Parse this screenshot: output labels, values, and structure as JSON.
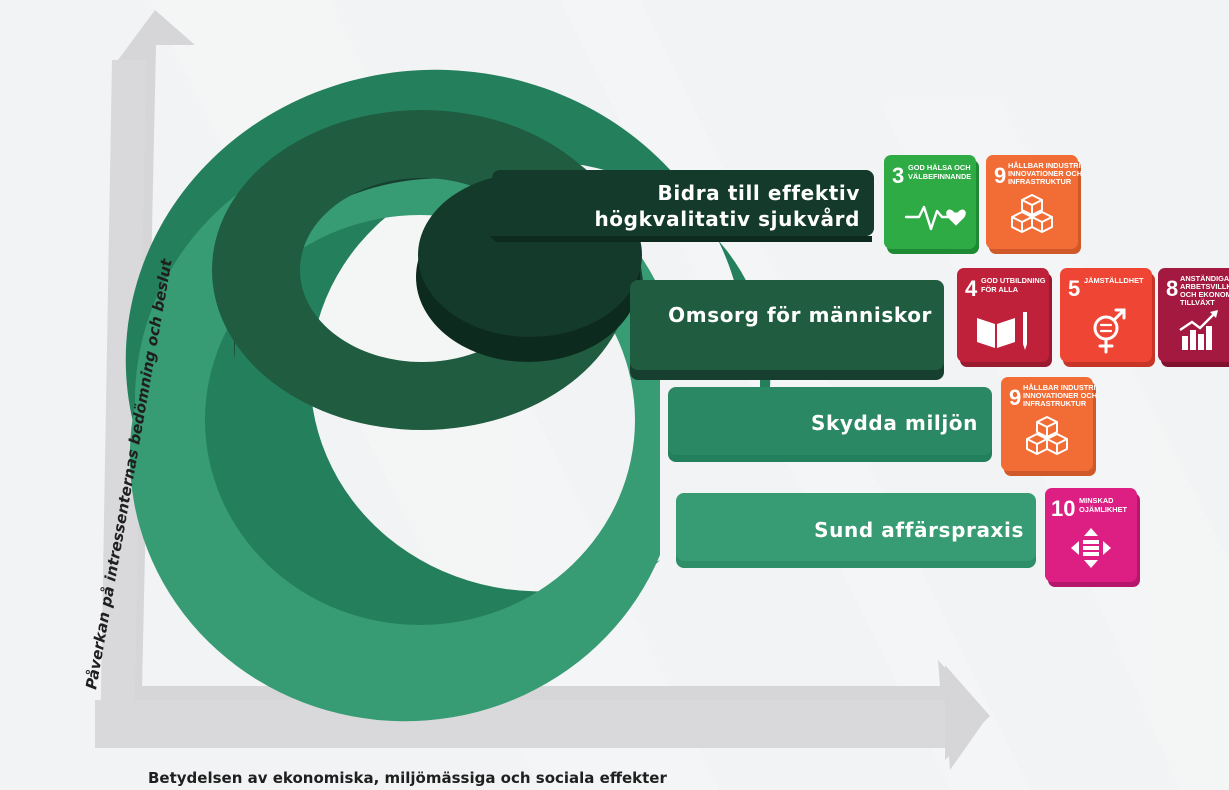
{
  "axes": {
    "y_label": "Påverkan på intressenternas bedömning och beslut",
    "x_label": "Betydelsen av ekonomiska, miljömässiga och sociala effekter"
  },
  "colors": {
    "ring_outer": "#379b73",
    "ring_outer_edge": "#23805c",
    "ring_middle": "#1f5c40",
    "ring_middle_edge": "#173f30",
    "ring_inner": "#143a2b",
    "ring_inner_edge": "#0d2a1e",
    "axis": "#d7d7d9"
  },
  "topics": [
    {
      "line1": "Bidra till effektiv",
      "line2": "högkvalitativ sjukvård"
    },
    {
      "line1": "Omsorg för människor",
      "line2": ""
    },
    {
      "line1": "Skydda miljön",
      "line2": ""
    },
    {
      "line1": "Sund affärspraxis",
      "line2": ""
    }
  ],
  "goals": [
    {
      "number": "3",
      "text1": "GOD HÄLSA OCH",
      "text2": "VÄLBEFINNANDE",
      "text3": "",
      "color": "#2fab45",
      "icon": "heartbeat-icon"
    },
    {
      "number": "9",
      "text1": "HÅLLBAR INDUSTRI,",
      "text2": "INNOVATIONER OCH",
      "text3": "INFRASTRUKTUR",
      "color": "#f26d36",
      "icon": "cubes-icon"
    },
    {
      "number": "4",
      "text1": "GOD UTBILDNING",
      "text2": "FÖR ALLA",
      "text3": "",
      "color": "#c0213a",
      "icon": "book-pencil-icon"
    },
    {
      "number": "5",
      "text1": "JÄMSTÄLLDHET",
      "text2": "",
      "text3": "",
      "color": "#ef4534",
      "icon": "gender-equality-icon"
    },
    {
      "number": "8",
      "text1": "ANSTÄNDIGA",
      "text2": "ARBETSVILLKOR",
      "text3": "OCH EKONOMISK",
      "text4": "TILLVÄXT",
      "color": "#a3193f",
      "icon": "growth-chart-icon"
    },
    {
      "number": "9",
      "text1": "HÅLLBAR INDUSTRI,",
      "text2": "INNOVATIONER OCH",
      "text3": "INFRASTRUKTUR",
      "color": "#f26d36",
      "icon": "cubes-icon"
    },
    {
      "number": "10",
      "text1": "MINSKAD",
      "text2": "OJÄMLIKHET",
      "text3": "",
      "color": "#dd1e82",
      "icon": "equality-arrows-icon"
    }
  ]
}
